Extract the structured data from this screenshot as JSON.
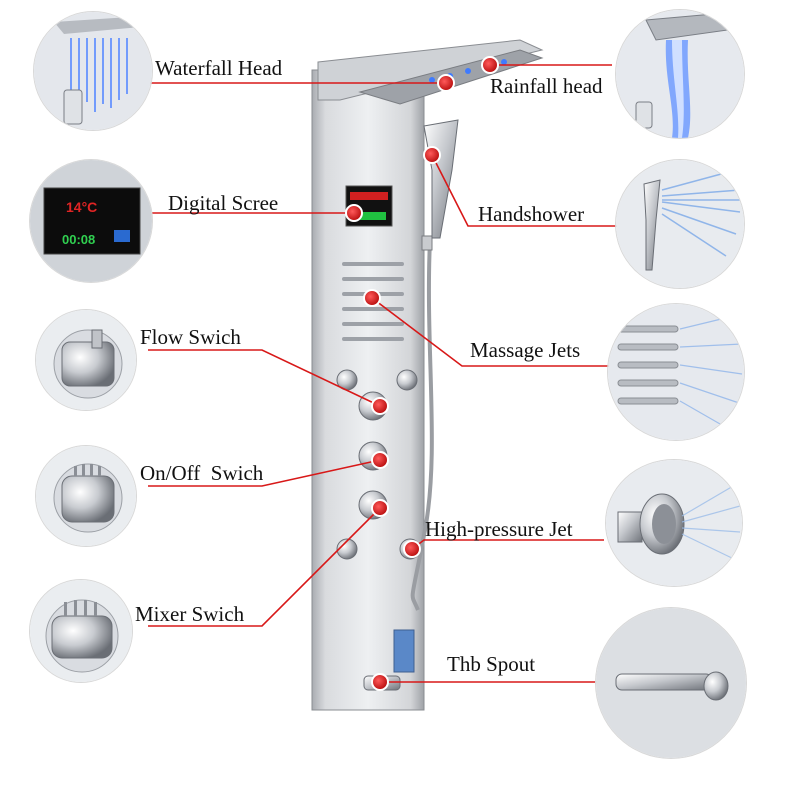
{
  "labels": {
    "waterfall_head": "Waterfall Head",
    "rainfall_head": "Rainfall head",
    "digital_screen": "Digital Scree",
    "handshower": "Handshower",
    "flow_switch": "Flow Swich",
    "massage_jets": "Massage Jets",
    "onoff_switch": "On/Off  Swich",
    "high_pressure_jet": "High-pressure Jet",
    "mixer_switch": "Mixer Swich",
    "tub_spout": "Thb Spout"
  },
  "screen": {
    "temperature": "14°C",
    "time": "00:08"
  },
  "colors": {
    "callout_line": "#d81818",
    "marker": "#d81818",
    "panel": "#c9cbcf"
  }
}
